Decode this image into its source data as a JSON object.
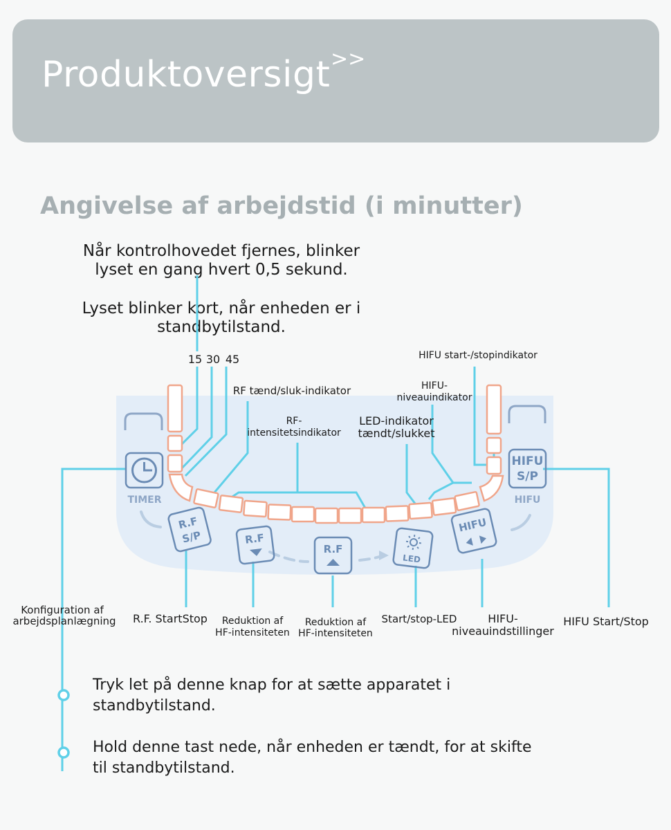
{
  "banner": {
    "title": "Produktoversigt",
    "chevron": ">>"
  },
  "section_title": "Angivelse af arbejdstid (i minutter)",
  "notes": {
    "blink_removed": "Når kontrolhovedet fjernes, blinker lyset en gang hvert 0,5 sekund.",
    "blink_standby": "Lyset blinker kort, når enheden er i standbytilstand."
  },
  "indicators": {
    "minutes": [
      "15",
      "30",
      "45"
    ],
    "hifu_startstop": "HIFU start-/stopindikator",
    "hifu_level_l1": "HIFU-",
    "hifu_level_l2": "niveauindikator",
    "rf_onoff": "RF tænd/sluk-indikator",
    "rf_intensity_l1": "RF-",
    "rf_intensity_l2": "intensitetsindikator",
    "led_l1": "LED-indikator",
    "led_l2": "tændt/slukket"
  },
  "buttons": {
    "timer": "TIMER",
    "hifu_caption": "HIFU",
    "rf_sp_l1": "R.F",
    "rf_sp_l2": "S/P",
    "rf_down": "R.F",
    "rf_up": "R.F",
    "led": "LED",
    "hifu_adj": "HIFU",
    "hifu_sp_l1": "HIFU",
    "hifu_sp_l2": "S/P"
  },
  "functions": {
    "schedule_l1": "Konfiguration af",
    "schedule_l2": "arbejdsplanlægning",
    "rf_startstop": "R.F. StartStop",
    "rf_reduce1_l1": "Reduktion af",
    "rf_reduce1_l2": "HF-intensiteten",
    "rf_reduce2_l1": "Reduktion af",
    "rf_reduce2_l2": "HF-intensiteten",
    "led_startstop": "Start/stop-LED",
    "hifu_level_l1": "HIFU-",
    "hifu_level_l2": "niveauindstillinger",
    "hifu_startstop": "HIFU Start/Stop"
  },
  "instructions": {
    "short_press": "Tryk let på denne knap for at sætte apparatet i standbytilstand.",
    "long_press": "Hold denne tast nede, når enheden er tændt, for at skifte til standbytilstand."
  },
  "colors": {
    "panel": "#e3edf8",
    "led_segment": "#f0a58a",
    "leader_line": "#5fd0e8",
    "button_icon": "#6a8bb4",
    "banner": "#bcc4c6"
  }
}
